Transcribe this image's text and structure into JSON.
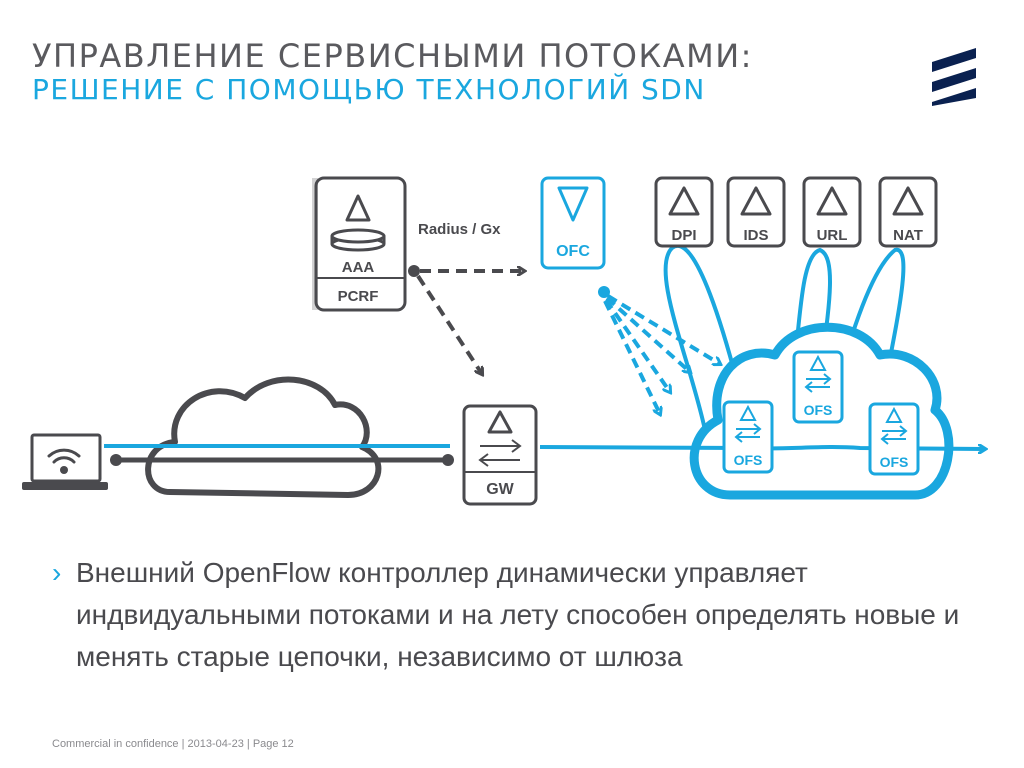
{
  "header": {
    "title_line1": "УПРАВЛЕНИЕ СЕРВИСНЫМИ ПОТОКАМИ:",
    "title_line2": "РЕШЕНИЕ С ПОМОЩЬЮ ТЕХНОЛОГИЙ SDN"
  },
  "diagram": {
    "aaa_label": "AAA",
    "pcrf_label": "PCRF",
    "radius_label": "Radius / Gx",
    "ofc_label": "OFC",
    "services": [
      "DPI",
      "IDS",
      "URL",
      "NAT"
    ],
    "gw_label": "GW",
    "ofs_labels": [
      "OFS",
      "OFS",
      "OFS"
    ]
  },
  "bullet": {
    "mark": "›",
    "text": "Внешний OpenFlow контроллер динамически управляет индвидуальными потоками и на лету способен определять новые и менять старые цепочки, независимо от шлюза"
  },
  "footer": {
    "confidentiality": "Commercial in confidence",
    "separator": "|",
    "date": "2013-04-23",
    "page": "Page 12"
  },
  "colors": {
    "accent_blue": "#1aa7df",
    "dark_gray": "#4a4a4e",
    "logo_navy": "#0a2150"
  }
}
